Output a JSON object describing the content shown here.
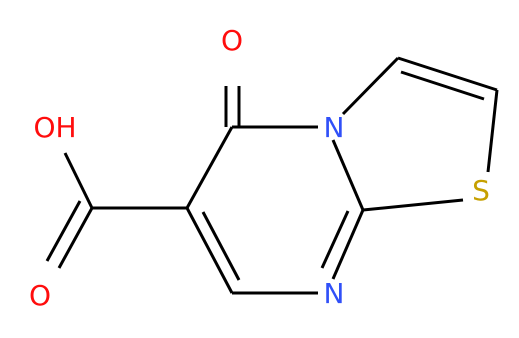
{
  "molecule": {
    "atom_labels": {
      "oxo_oxygen": "O",
      "hydroxyl": "OH",
      "carbonyl_oxygen": "O",
      "ring_nitrogen_fused": "N",
      "ring_nitrogen": "N",
      "sulfur": "S"
    }
  },
  "colors": {
    "oxygen": "#ff0d0d",
    "nitrogen": "#3050f8",
    "sulfur": "#c6a000",
    "bond": "#000000",
    "background": "#ffffff"
  }
}
